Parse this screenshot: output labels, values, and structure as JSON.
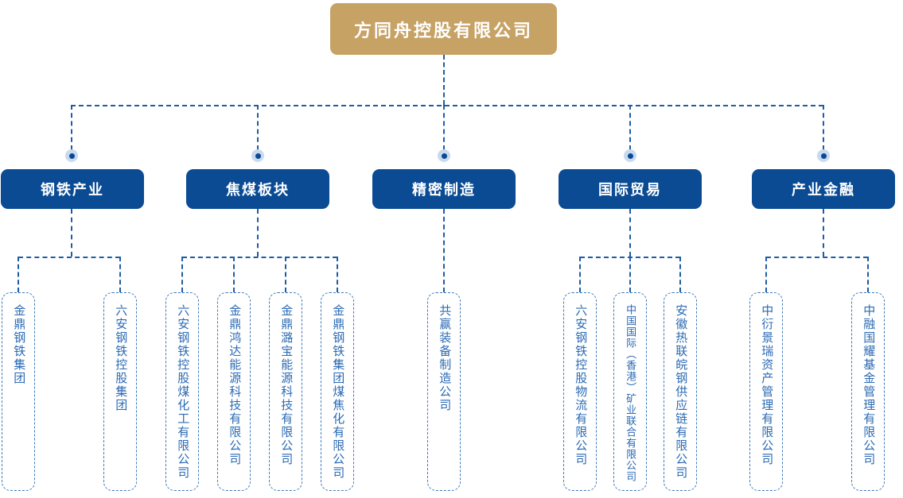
{
  "colors": {
    "root_bg": "#C7A265",
    "branch_bg": "#0A4B94",
    "line": "#1E5CA4",
    "leaf_border": "#3E7ABA",
    "leaf_text": "#2B6AB3",
    "dot": "#0B4A92",
    "dot_halo": "#C9DAEE",
    "text_on_fill": "#FFFFFF"
  },
  "root": {
    "label": "方同舟控股有限公司"
  },
  "branches": [
    {
      "label": "钢铁产业",
      "children": [
        "金鼎钢铁集团",
        "六安钢铁控股集团"
      ]
    },
    {
      "label": "焦煤板块",
      "children": [
        "六安钢铁控股煤化工有限公司",
        "金鼎鸿达能源科技有限公司",
        "金鼎潞宝能源科技有限公司",
        "金鼎钢铁集团煤焦化有限公司"
      ]
    },
    {
      "label": "精密制造",
      "children": [
        "共赢装备制造公司"
      ]
    },
    {
      "label": "国际贸易",
      "children": [
        "六安钢铁控股物流有限公司",
        "中国国际（香港）矿业联合有限公司",
        "安徽热联皖钢供应链有限公司"
      ]
    },
    {
      "label": "产业金融",
      "children": [
        "中衍景瑞资产管理有限公司",
        "中融国耀基金管理有限公司"
      ]
    }
  ]
}
